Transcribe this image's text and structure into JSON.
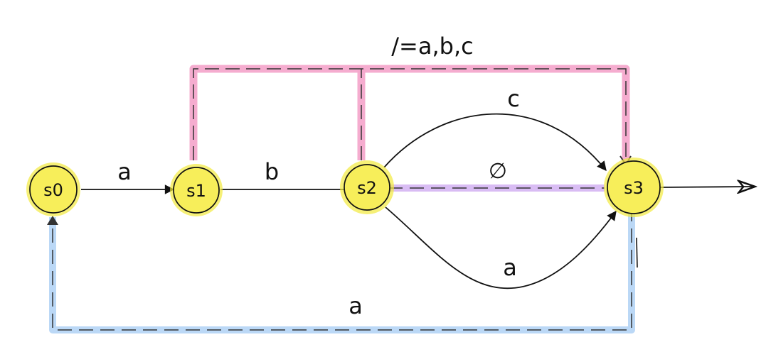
{
  "colors": {
    "node_fill": "#f7ee5a",
    "node_halo": "#f2ea3d",
    "ink": "#111111",
    "not_abc_path": "#f4a8cc",
    "empty_path": "#d7b8f3",
    "return_path": "#b7d6f5"
  },
  "nodes": {
    "s0": {
      "label": "s0"
    },
    "s1": {
      "label": "s1"
    },
    "s2": {
      "label": "s2"
    },
    "s3": {
      "label": "s3"
    }
  },
  "edges": {
    "s0_s1": {
      "label": "a"
    },
    "s1_s2": {
      "label": "b"
    },
    "s2_s3_top": {
      "label": "c"
    },
    "s2_s3_mid": {
      "label": "∅"
    },
    "s2_s3_bottom": {
      "label": "a"
    },
    "s3_s0": {
      "label": "a"
    },
    "not_abc": {
      "label": "/=a,b,c"
    }
  }
}
